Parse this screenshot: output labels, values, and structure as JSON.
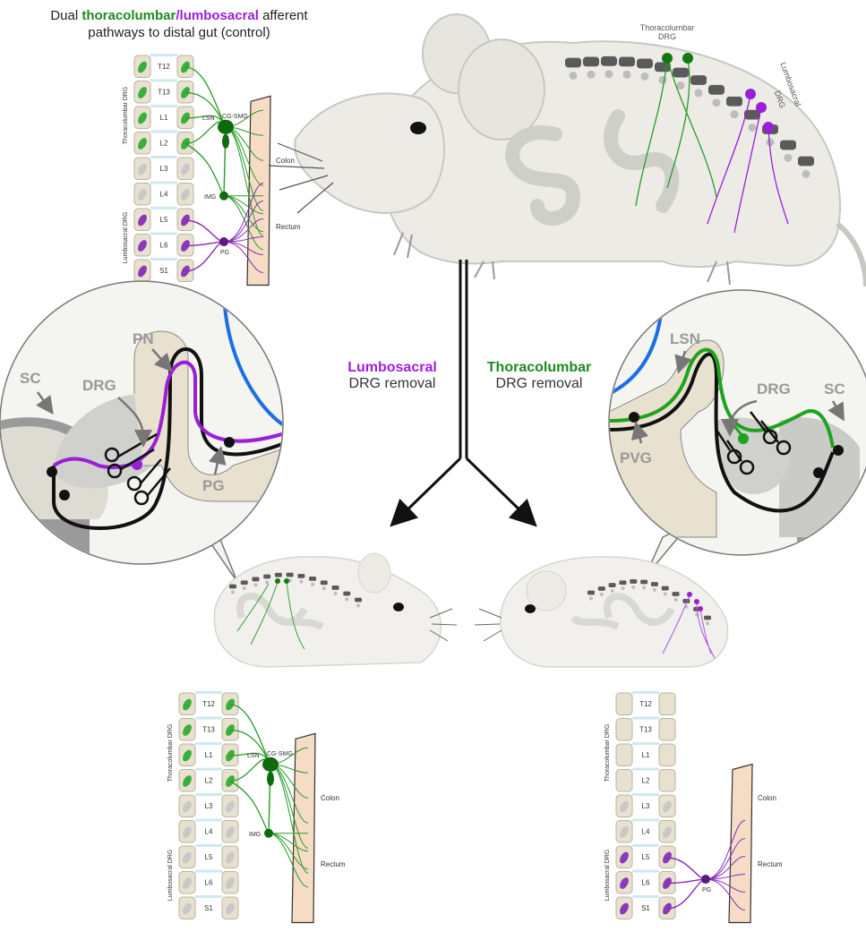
{
  "title": {
    "prefix": "Dual ",
    "thoracolumbar": "thoracolumbar",
    "slash": "/",
    "lumbosacral": "lumbosacral",
    "suffix": " afferent",
    "line2": "pathways to distal gut (control)"
  },
  "spine_labels": {
    "vertebrae": [
      "T12",
      "T13",
      "L1",
      "L2",
      "L3",
      "L4",
      "L5",
      "L6",
      "S1"
    ],
    "thoracolumbar_drg": "Thoracolumbar DRG",
    "lumbosacral_drg": "Lumbosacral DRG"
  },
  "ganglia": {
    "lsn": "LSN",
    "cg_smg": "CG-SMG",
    "img": "IMG",
    "pg": "PG"
  },
  "gut": {
    "colon": "Colon",
    "rectum": "Rectum"
  },
  "mouse_top": {
    "thoracolumbar_drg": "Thoracolumbar",
    "drg": "DRG",
    "lumbosacral": "Lumbosacral",
    "lumbosacral_drg": "DRG"
  },
  "left_inset": {
    "pn": "PN",
    "sc": "SC",
    "drg": "DRG",
    "pg": "PG"
  },
  "right_inset": {
    "lsn": "LSN",
    "drg": "DRG",
    "sc": "SC",
    "pvg": "PVG"
  },
  "conditions": {
    "lumbosacral": {
      "highlight": "Lumbosacral",
      "line2": "DRG removal"
    },
    "thoracolumbar": {
      "highlight": "Thoracolumbar",
      "line2": "DRG removal"
    }
  },
  "colors": {
    "thoracolumbar": "#1e8a1e",
    "lumbosacral": "#9a1fd6",
    "colon": "#f6dcc4",
    "bone": "#e8e1cf",
    "mouse": "#ecebe6"
  }
}
